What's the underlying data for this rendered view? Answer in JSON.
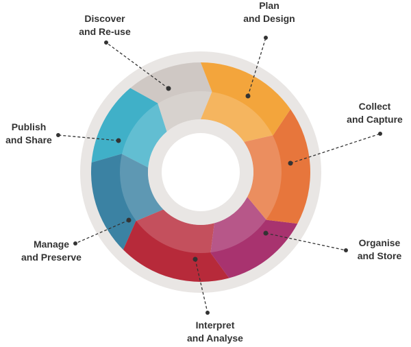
{
  "title": "Research data lifecycle",
  "stages": [
    {
      "id": "plan",
      "line1": "Plan",
      "line2": "and Design",
      "color": "#f3a53c"
    },
    {
      "id": "collect",
      "line1": "Collect",
      "line2": "and Capture",
      "color": "#e7763c"
    },
    {
      "id": "organise",
      "line1": "Organise",
      "line2": "and Store",
      "color": "#a8336f"
    },
    {
      "id": "interpret",
      "line1": "Interpret",
      "line2": "and Analyse",
      "color": "#b72a3a"
    },
    {
      "id": "manage",
      "line1": "Manage",
      "line2": "and Preserve",
      "color": "#3b82a3"
    },
    {
      "id": "publish",
      "line1": "Publish",
      "line2": "and Share",
      "color": "#40b0c8"
    },
    {
      "id": "discover",
      "line1": "Discover",
      "line2": "and Re-use",
      "color": "#cfc8c4"
    }
  ]
}
